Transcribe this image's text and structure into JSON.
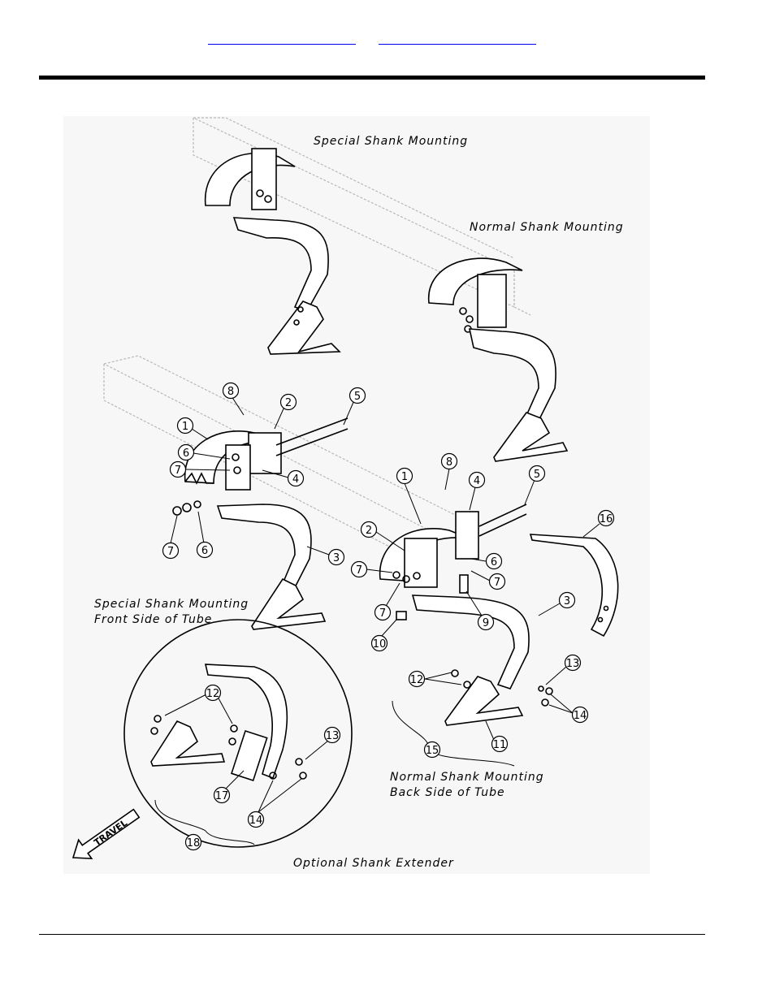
{
  "header": {
    "links": [
      {
        "text": ""
      },
      {
        "text": ""
      }
    ]
  },
  "figure": {
    "labels": {
      "special_top": "Special Shank Mounting",
      "normal_top": "Normal Shank Mounting",
      "special_front_1": "Special Shank Mounting",
      "special_front_2": "Front Side of Tube",
      "normal_back_1": "Normal Shank Mounting",
      "normal_back_2": "Back Side of Tube",
      "optional": "Optional Shank Extender",
      "travel": "TRAVEL"
    },
    "callouts": [
      "1",
      "2",
      "3",
      "4",
      "5",
      "6",
      "7",
      "8",
      "1",
      "2",
      "3",
      "4",
      "5",
      "6",
      "7",
      "8",
      "9",
      "10",
      "11",
      "12",
      "13",
      "14",
      "15",
      "16",
      "12",
      "13",
      "14",
      "17",
      "18",
      "7",
      "6"
    ]
  }
}
